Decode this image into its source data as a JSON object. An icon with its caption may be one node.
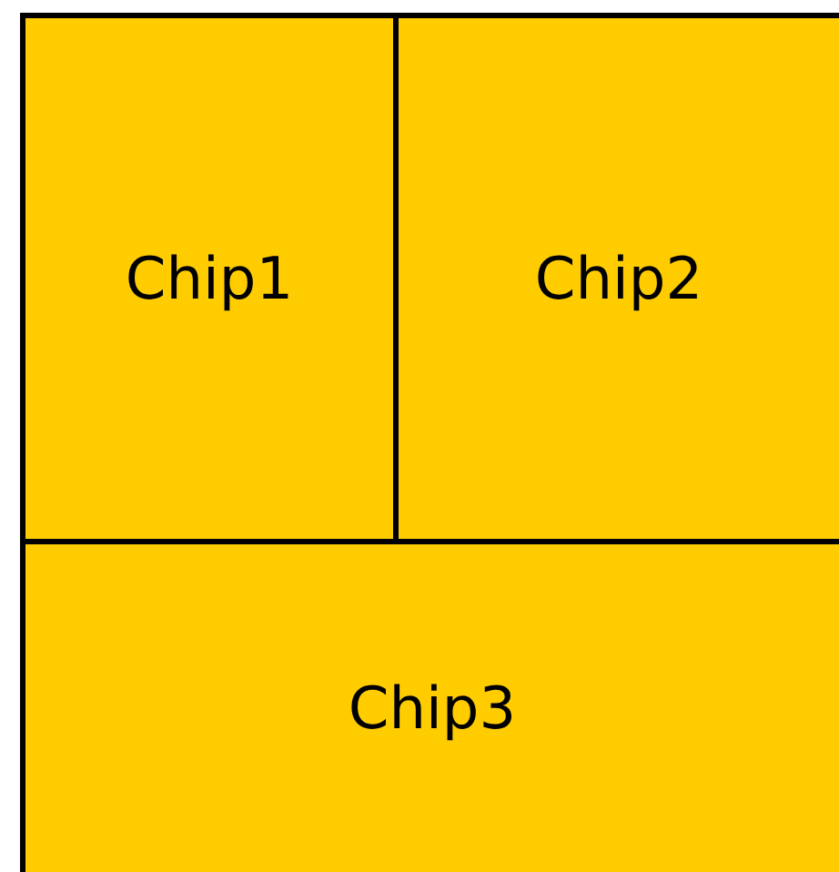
{
  "diagram": {
    "nodes": [
      {
        "text": [
          "Chip1"
        ]
      },
      {
        "text": [
          "Chip2"
        ]
      },
      {
        "text": [
          "Chip3"
        ]
      }
    ]
  }
}
